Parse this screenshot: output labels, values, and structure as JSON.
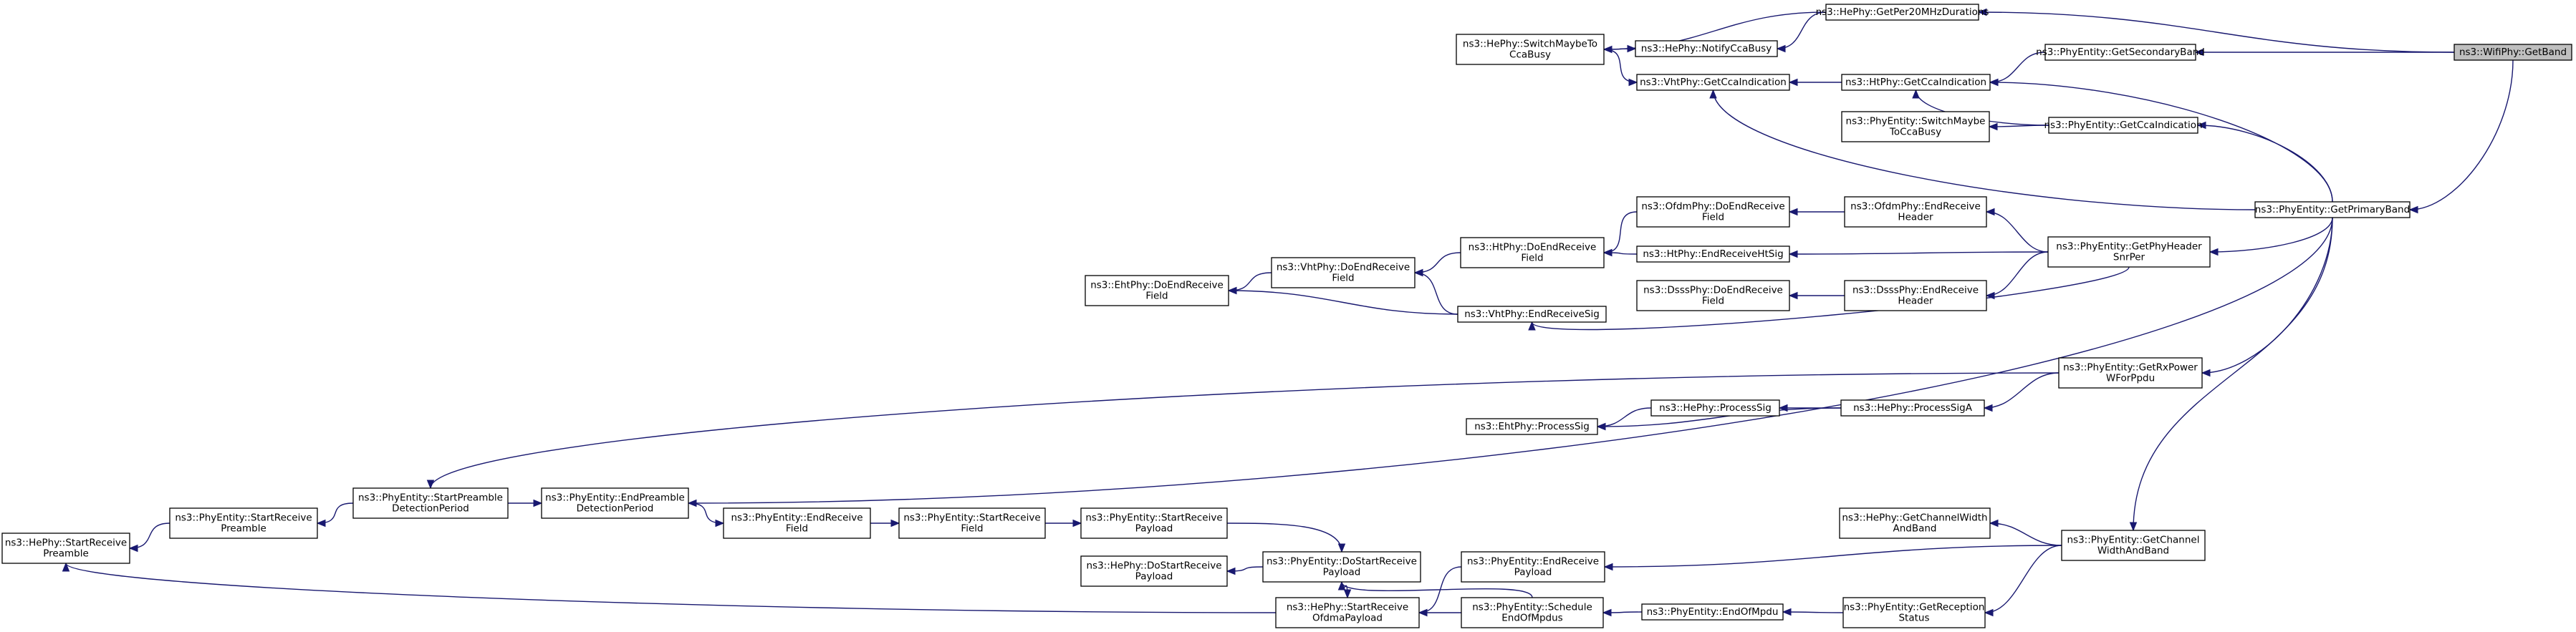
{
  "graph": {
    "title": "",
    "colors": {
      "edge": "#191970",
      "node_border": "#000000",
      "root_fill": "#bfbfbf",
      "node_fill": "#ffffff"
    },
    "nodes": [
      {
        "id": "GetBand",
        "lines": [
          "ns3::WifiPhy::GetBand"
        ],
        "root": true
      },
      {
        "id": "GetPer20",
        "lines": [
          "ns3::HePhy::GetPer20MHzDurations"
        ]
      },
      {
        "id": "GetSecondaryBand",
        "lines": [
          "ns3::PhyEntity::GetSecondaryBand"
        ]
      },
      {
        "id": "GetPrimaryBand",
        "lines": [
          "ns3::PhyEntity::GetPrimaryBand"
        ]
      },
      {
        "id": "SwitchMaybeHe",
        "lines": [
          "ns3::HePhy::SwitchMaybeTo",
          "CcaBusy"
        ]
      },
      {
        "id": "NotifyCcaBusy",
        "lines": [
          "ns3::HePhy::NotifyCcaBusy"
        ]
      },
      {
        "id": "VhtGetCca",
        "lines": [
          "ns3::VhtPhy::GetCcaIndication"
        ]
      },
      {
        "id": "HtGetCca",
        "lines": [
          "ns3::HtPhy::GetCcaIndication"
        ]
      },
      {
        "id": "PeSwitchMaybe",
        "lines": [
          "ns3::PhyEntity::SwitchMaybe",
          "ToCcaBusy"
        ]
      },
      {
        "id": "PeGetCca",
        "lines": [
          "ns3::PhyEntity::GetCcaIndication"
        ]
      },
      {
        "id": "OfdmDoEnd",
        "lines": [
          "ns3::OfdmPhy::DoEndReceive",
          "Field"
        ]
      },
      {
        "id": "OfdmEndHeader",
        "lines": [
          "ns3::OfdmPhy::EndReceive",
          "Header"
        ]
      },
      {
        "id": "HtDoEnd",
        "lines": [
          "ns3::HtPhy::DoEndReceive",
          "Field"
        ]
      },
      {
        "id": "HtEndHtSig",
        "lines": [
          "ns3::HtPhy::EndReceiveHtSig"
        ]
      },
      {
        "id": "GetPhyHeaderSnrPer",
        "lines": [
          "ns3::PhyEntity::GetPhyHeader",
          "SnrPer"
        ]
      },
      {
        "id": "VhtDoEnd",
        "lines": [
          "ns3::VhtPhy::DoEndReceive",
          "Field"
        ]
      },
      {
        "id": "EhtDoEnd",
        "lines": [
          "ns3::EhtPhy::DoEndReceive",
          "Field"
        ]
      },
      {
        "id": "DsssDoEnd",
        "lines": [
          "ns3::DsssPhy::DoEndReceive",
          "Field"
        ]
      },
      {
        "id": "DsssEndHeader",
        "lines": [
          "ns3::DsssPhy::EndReceive",
          "Header"
        ]
      },
      {
        "id": "VhtEndSig",
        "lines": [
          "ns3::VhtPhy::EndReceiveSig"
        ]
      },
      {
        "id": "GetRxPower",
        "lines": [
          "ns3::PhyEntity::GetRxPower",
          "WForPpdu"
        ]
      },
      {
        "id": "HeProcessSig",
        "lines": [
          "ns3::HePhy::ProcessSig"
        ]
      },
      {
        "id": "HeProcessSigA",
        "lines": [
          "ns3::HePhy::ProcessSigA"
        ]
      },
      {
        "id": "EhtProcessSig",
        "lines": [
          "ns3::EhtPhy::ProcessSig"
        ]
      },
      {
        "id": "HeStartPreamble",
        "lines": [
          "ns3::HePhy::StartReceive",
          "Preamble"
        ]
      },
      {
        "id": "PeStartPreamble",
        "lines": [
          "ns3::PhyEntity::StartReceive",
          "Preamble"
        ]
      },
      {
        "id": "PeStartPreambleDet",
        "lines": [
          "ns3::PhyEntity::StartPreamble",
          "DetectionPeriod"
        ]
      },
      {
        "id": "PeEndPreambleDet",
        "lines": [
          "ns3::PhyEntity::EndPreamble",
          "DetectionPeriod"
        ]
      },
      {
        "id": "PeEndReceiveField",
        "lines": [
          "ns3::PhyEntity::EndReceive",
          "Field"
        ]
      },
      {
        "id": "PeStartReceiveField",
        "lines": [
          "ns3::PhyEntity::StartReceive",
          "Field"
        ]
      },
      {
        "id": "PeStartReceivePayload",
        "lines": [
          "ns3::PhyEntity::StartReceive",
          "Payload"
        ]
      },
      {
        "id": "PeDoStartPayload",
        "lines": [
          "ns3::PhyEntity::DoStartReceive",
          "Payload"
        ]
      },
      {
        "id": "HeDoStartPayload",
        "lines": [
          "ns3::HePhy::DoStartReceive",
          "Payload"
        ]
      },
      {
        "id": "PeEndReceivePayload",
        "lines": [
          "ns3::PhyEntity::EndReceive",
          "Payload"
        ]
      },
      {
        "id": "HeHelperNode",
        "lines": [
          "ns3::HePhy::GetChannelWidth",
          "AndBand"
        ]
      },
      {
        "id": "PeGetChannelWidth",
        "lines": [
          "ns3::PhyEntity::GetChannel",
          "WidthAndBand"
        ]
      },
      {
        "id": "HeStartOfdma",
        "lines": [
          "ns3::HePhy::StartReceive",
          "OfdmaPayload"
        ]
      },
      {
        "id": "PeScheduleEnd",
        "lines": [
          "ns3::PhyEntity::Schedule",
          "EndOfMpdus"
        ]
      },
      {
        "id": "PeEndOfMpdu",
        "lines": [
          "ns3::PhyEntity::EndOfMpdu"
        ]
      },
      {
        "id": "PeGetReception",
        "lines": [
          "ns3::PhyEntity::GetReception",
          "Status"
        ]
      }
    ]
  }
}
